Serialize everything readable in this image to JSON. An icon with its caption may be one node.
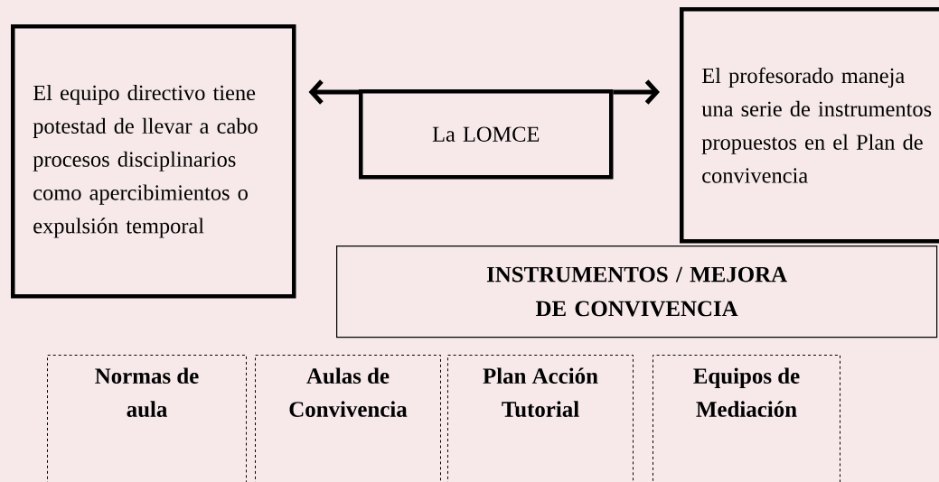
{
  "diagram": {
    "nodes": [
      {
        "text": [
          "El equipo directivo tiene potestad de llevar a cabo procesos disciplinarios como apercibimientos o expulsión temporal"
        ]
      },
      {
        "text": [
          "La LOMCE"
        ]
      },
      {
        "text": [
          "El profesorado maneja una serie de instrumentos propuestos en el Plan  de convivencia"
        ]
      },
      {
        "text": [
          "INSTRUMENTOS / MEJORA DE CONVIVENCIA"
        ]
      },
      {
        "text": [
          "Normas de aula"
        ]
      },
      {
        "text": [
          "Aulas de Convivencia"
        ]
      },
      {
        "text": [
          "Plan Acción Tutorial"
        ]
      },
      {
        "text": [
          "Equipos de Mediación"
        ]
      }
    ],
    "edges": [
      {
        "from": 1,
        "to": 0,
        "arrow": "to"
      },
      {
        "from": 1,
        "to": 2,
        "arrow": "to"
      }
    ]
  }
}
